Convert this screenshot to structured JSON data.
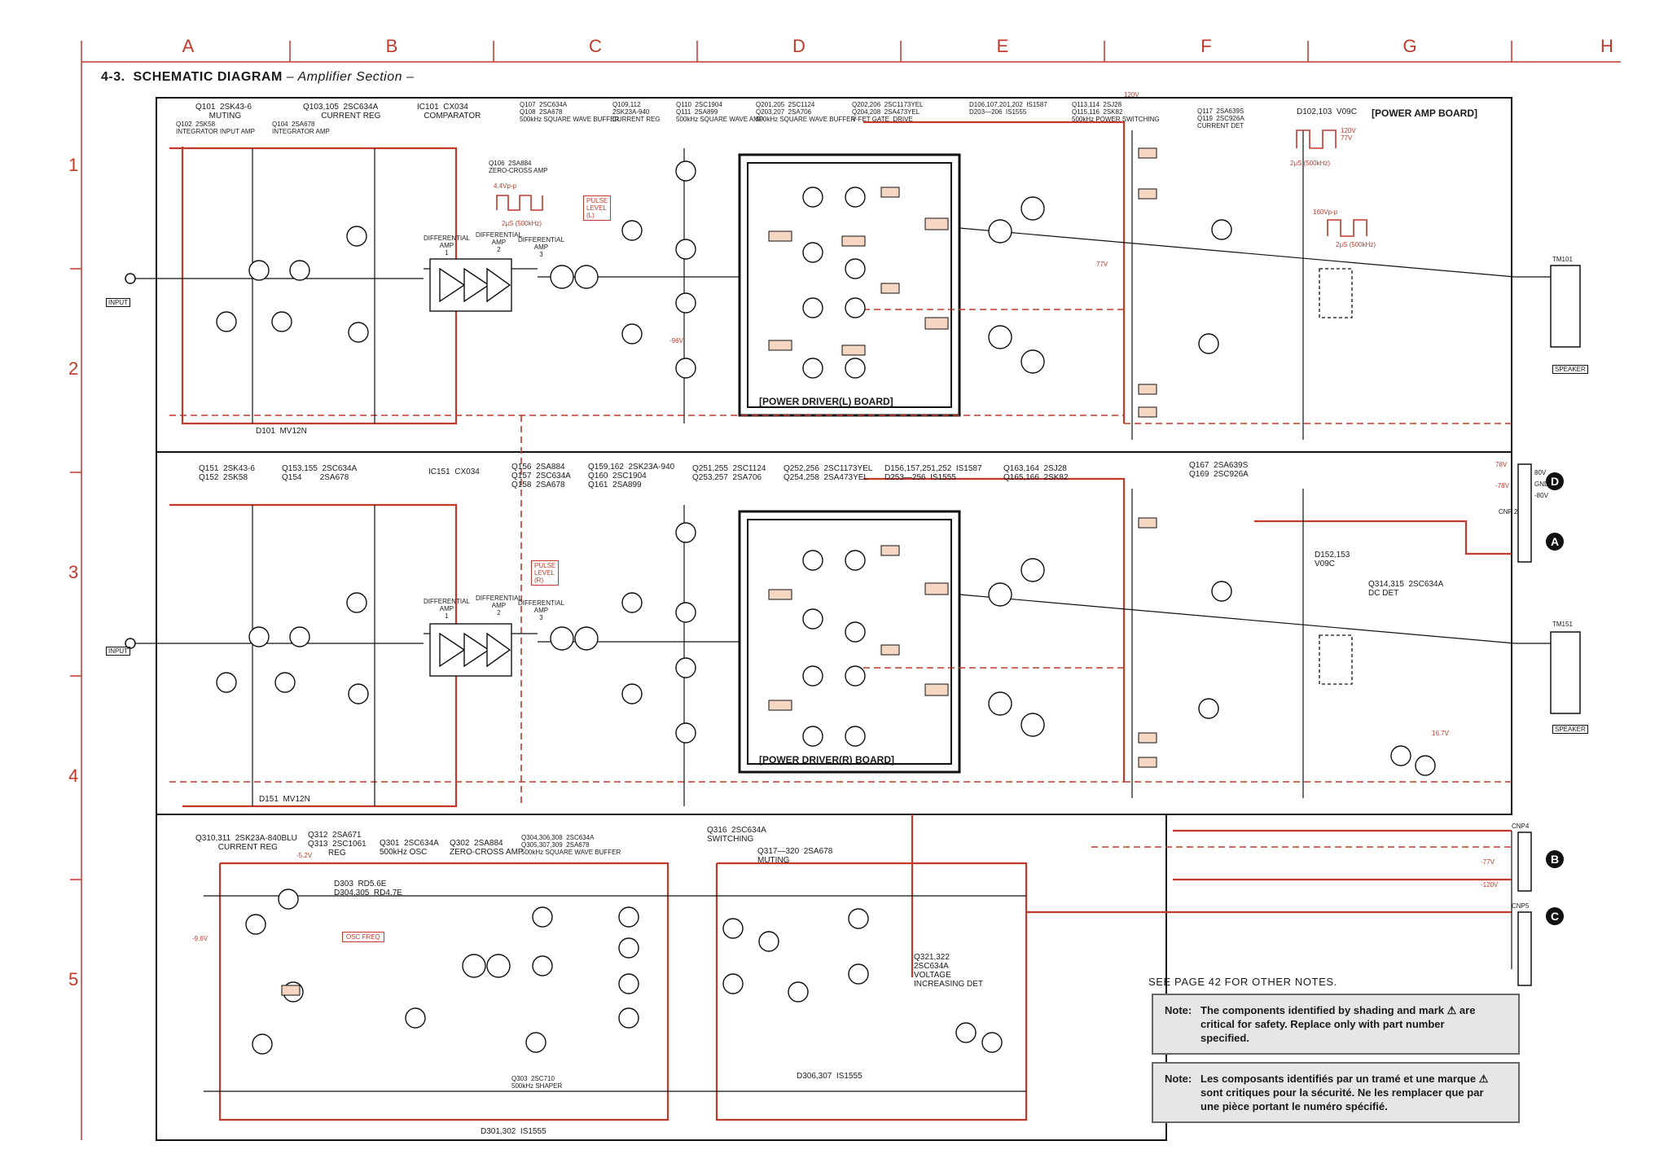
{
  "title": {
    "section": "4-3.",
    "main": "SCHEMATIC DIAGRAM",
    "sub": "– Amplifier Section –"
  },
  "grid": {
    "columns": [
      "A",
      "B",
      "C",
      "D",
      "E",
      "F",
      "G",
      "H"
    ],
    "rows": [
      "1",
      "2",
      "3",
      "4",
      "5"
    ]
  },
  "boards": {
    "power_amp": "[POWER AMP BOARD]",
    "driver_l": "[POWER DRIVER(L) BOARD]",
    "driver_r": "[POWER DRIVER(R) BOARD]"
  },
  "parts_top": [
    "Q101  2SK43-6\n      MUTING",
    "Q102  2SK58\nINTEGRATOR INPUT AMP",
    "Q103,105  2SC634A\n        CURRENT REG",
    "Q104  2SA678\nINTEGRATOR AMP",
    "IC101  CX034\n   COMPARATOR",
    "Q107  2SC634A\nQ108  2SA678\n500kHz SQUARE WAVE BUFFER",
    "Q109,112\n2SK23A-940\nCURRENT REG",
    "Q110  2SC1904\nQ111  2SA899\n500kHz SQUARE WAVE AMP",
    "Q201,205  2SC1124\nQ203,207  2SA706\n500kHz SQUARE WAVE BUFFER",
    "Q202,206  2SC1173YEL\nQ204,208  2SA473YEL\nV-FET GATE  DRIVE",
    "D106,107,201,202  IS1587\nD203—206  IS1555",
    "Q113,114  2SJ28\nQ115,116  2SK82\n500kHz POWER SWITCHING",
    "Q117  2SA639S\nQ119  2SC926A\nCURRENT DET",
    "D102,103  V09C"
  ],
  "parts_mid": [
    "Q151  2SK43-6\nQ152  2SK58",
    "Q153,155  2SC634A\nQ154        2SA678",
    "IC151  CX034",
    "Q156  2SA884\nQ157  2SC634A\nQ158  2SA678",
    "Q159,162  2SK23A-940\nQ160  2SC1904\nQ161  2SA899",
    "Q251,255  2SC1124\nQ253,257  2SA706",
    "Q252,256  2SC1173YEL\nQ254,258  2SA473YEL",
    "D156,157,251,252  IS1587\nD253—256  IS1555",
    "Q163,164  2SJ28\nQ165,166  2SK82",
    "Q167  2SA639S\nQ169  2SC926A"
  ],
  "parts_bottom": [
    "Q310,311  2SK23A-840BLU\n          CURRENT REG",
    "Q312  2SA671\nQ313  2SC1061\n         REG",
    "Q301  2SC634A\n500kHz OSC",
    "Q302  2SA884\nZERO-CROSS AMP",
    "Q304,306,308  2SC634A\nQ305,307,309  2SA678\n500kHz SQUARE WAVE BUFFER",
    "Q316  2SC634A\nSWITCHING",
    "Q317—320  2SA678\nMUTING",
    "D303  RD5.6E\nD304,305  RD4.7E",
    "Q321,322\n2SC634A\nVOLTAGE\nINCREASING DET",
    "D301,302  IS1555",
    "D306,307  IS1555",
    "Q303  2SC710\n500kHz SHAPER",
    "Q314,315  2SC634A\nDC DET",
    "D152,153\nV09C",
    "D101  MV12N",
    "D151  MV12N",
    "Q106  2SA884\nZERO-CROSS AMP",
    "OSC FREQ"
  ],
  "blocks": {
    "differential_amp_1": "DIFFERENTIAL\nAMP\n1",
    "differential_amp_2": "DIFFERENTIAL\nAMP\n2",
    "differential_amp_3": "DIFFERENTIAL\nAMP\n3",
    "pulse_level_l": "PULSE\nLEVEL\n(L)",
    "pulse_level_r": "PULSE\nLEVEL\n(R)",
    "input_l": "INPUT",
    "input_r": "INPUT",
    "speaker_l": "SPEAKER",
    "speaker_r": "SPEAKER",
    "tm101": "TM101",
    "tm151": "TM151",
    "cnp2": "CNP 2",
    "cnp4": "CNP4",
    "cnp5": "CNP5",
    "wave_label_1": "4.4Vp-p",
    "wave_label_2": "2μS (500kHz)",
    "wave_label_3": "120V\n77V",
    "wave_label_4": "2μS (500kHz)",
    "wave_label_5": "160Vp-p",
    "wave_label_6": "2μS (500kHz)"
  },
  "supply_labels": [
    "80V",
    "GND",
    "-80V",
    "78V",
    "-78V",
    "-77V",
    "-120V",
    "120V",
    "77V",
    "16.7V",
    "-5.2V",
    "-9.6V",
    "-96V"
  ],
  "connectors": [
    "D",
    "A",
    "B",
    "C"
  ],
  "notes": {
    "see_page": "SEE PAGE 42 FOR OTHER NOTES.",
    "en_key": "Note:",
    "en_text": "The components identified by shading and mark ⚠ are critical for safety.  Replace only with part number specified.",
    "fr_key": "Note:",
    "fr_text": "Les composants identifiés  par un tramé et une marque ⚠ sont critiques pour la sécurité.  Ne les remplacer que par une pièce portant le numéro spécifié."
  },
  "colors": {
    "accent_red": "#c0392b",
    "ink": "#1a1a1a",
    "note_bg": "#e6e6e6"
  }
}
